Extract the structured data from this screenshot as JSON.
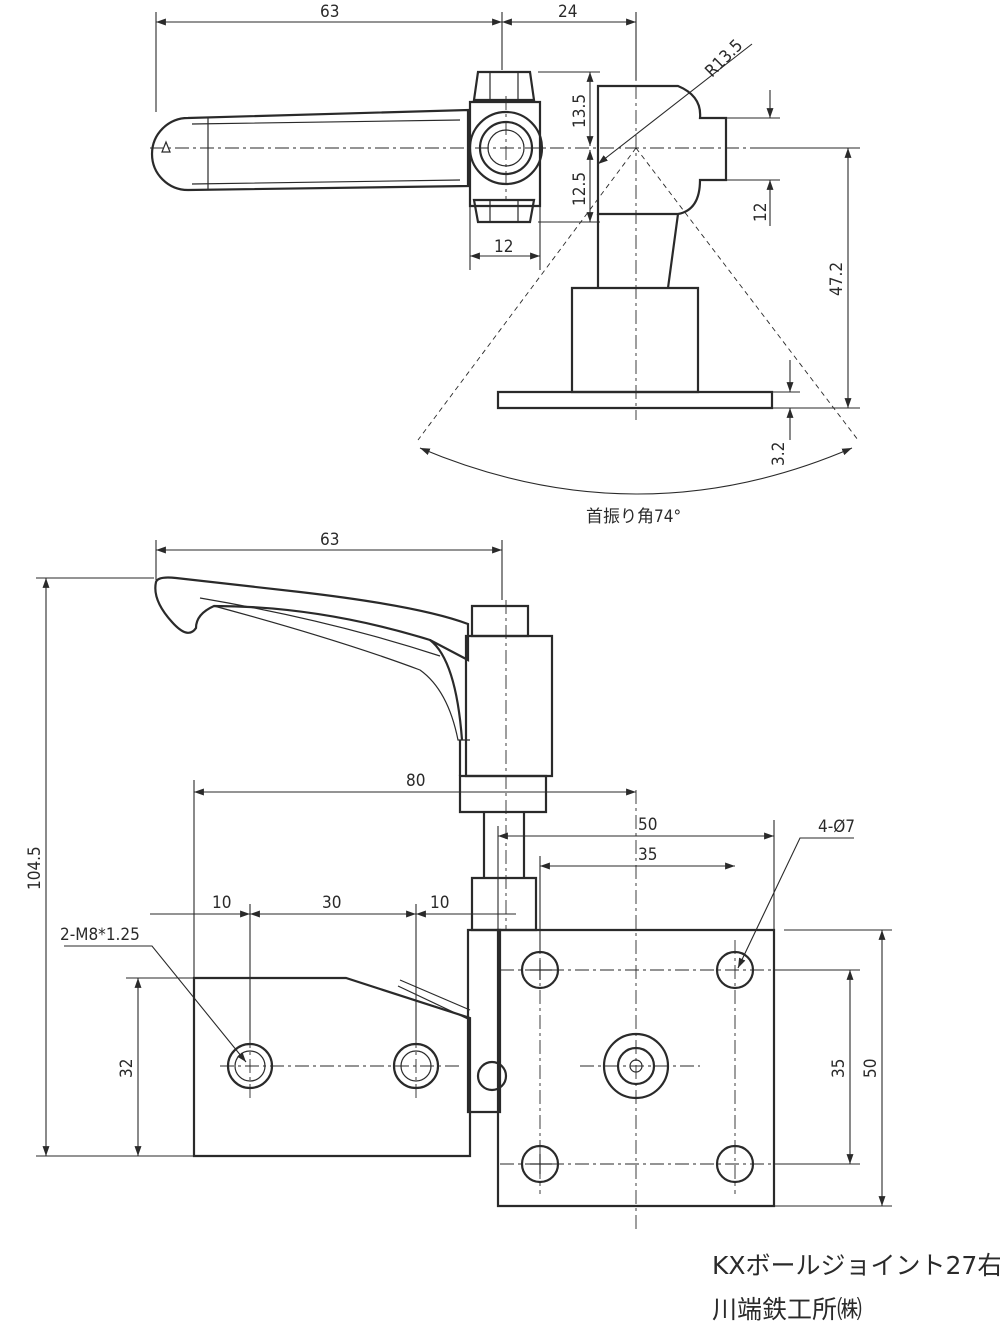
{
  "top_view": {
    "dim_handle_length": "63",
    "dim_head_offset": "24",
    "dim_radius": "R13.5",
    "dim_upper_half": "13.5",
    "dim_lower_half": "12.5",
    "dim_nut_width": "12",
    "dim_ball_neck": "12",
    "dim_height": "47.2",
    "dim_plate": "3.2",
    "swing_angle_label": "首振り角74°"
  },
  "front_view": {
    "dim_handle_length": "63",
    "dim_total_height": "104.5",
    "dim_base_length": "80",
    "dim_plate_holes": "50",
    "dim_hole_pitch": "35",
    "hole_callout": "4-Ø7",
    "dim_a": "10",
    "dim_b": "30",
    "dim_c": "10",
    "tap_callout": "2-M8*1.25",
    "dim_block_height": "32",
    "dim_pitch_v": "35",
    "dim_plate_height": "50"
  },
  "title_block": {
    "product_name": "KXボールジョイント27右",
    "company": "川端鉄工所㈱"
  }
}
